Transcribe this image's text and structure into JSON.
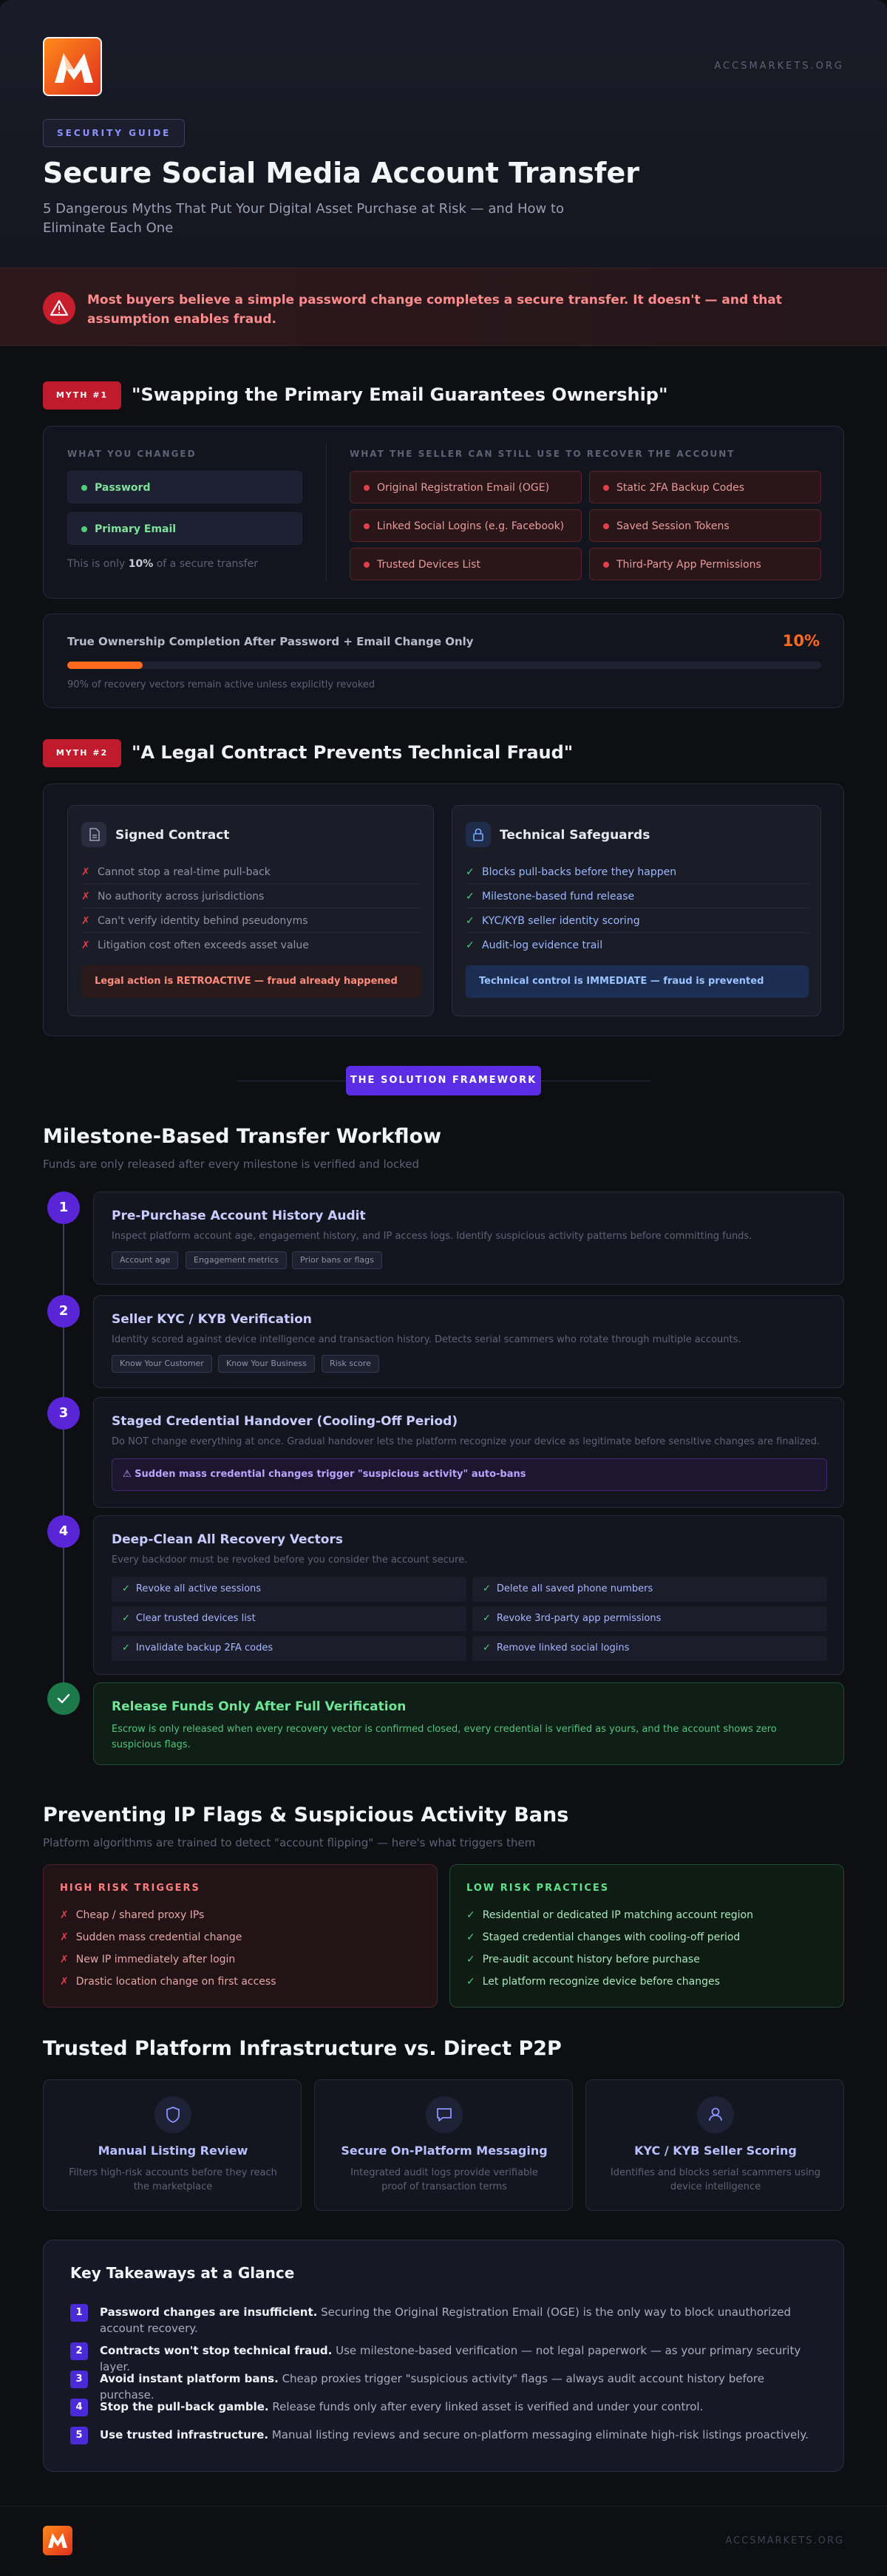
{
  "header": {
    "site": "ACCSMARKETS.ORG",
    "badge": "SECURITY GUIDE",
    "title": "Secure Social Media Account Transfer",
    "subtitle": "5 Dangerous Myths That Put Your Digital Asset Purchase at Risk — and How to Eliminate Each One"
  },
  "alert": {
    "text": "Most buyers believe a simple password change completes a secure transfer. It doesn't — and that assumption enables fraud."
  },
  "myth1": {
    "badge": "MYTH #1",
    "title": "\"Swapping the Primary Email Guarantees Ownership\"",
    "changed_label": "WHAT YOU CHANGED",
    "changed": [
      "Password",
      "Primary Email"
    ],
    "note_pre": "This is only ",
    "note_pct": "10%",
    "note_post": " of a secure transfer",
    "seller_label": "WHAT THE SELLER CAN STILL USE TO RECOVER THE ACCOUNT",
    "seller": [
      "Original Registration Email (OGE)",
      "Static 2FA Backup Codes",
      "Linked Social Logins (e.g. Facebook)",
      "Saved Session Tokens",
      "Trusted Devices List",
      "Third-Party App Permissions"
    ],
    "progress_label": "True Ownership Completion After Password + Email Change Only",
    "progress_value": "10%",
    "progress_fraction": 0.1,
    "progress_note": "90% of recovery vectors remain active unless explicitly revoked"
  },
  "myth2": {
    "badge": "MYTH #2",
    "title": "\"A Legal Contract Prevents Technical Fraud\"",
    "contract_title": "Signed Contract",
    "contract_items": [
      "Cannot stop a real-time pull-back",
      "No authority across jurisdictions",
      "Can't verify identity behind pseudonyms",
      "Litigation cost often exceeds asset value"
    ],
    "contract_note": "Legal action is RETROACTIVE — fraud already happened",
    "tech_title": "Technical Safeguards",
    "tech_items": [
      "Blocks pull-backs before they happen",
      "Milestone-based fund release",
      "KYC/KYB seller identity scoring",
      "Audit-log evidence trail"
    ],
    "tech_note": "Technical control is IMMEDIATE — fraud is prevented"
  },
  "framework": {
    "badge": "THE SOLUTION FRAMEWORK",
    "title": "Milestone-Based Transfer Workflow",
    "subtitle": "Funds are only released after every milestone is verified and locked"
  },
  "steps": [
    {
      "num": "1",
      "title": "Pre-Purchase Account History Audit",
      "desc": "Inspect platform account age, engagement history, and IP access logs. Identify suspicious activity patterns before committing funds.",
      "tags": [
        "Account age",
        "Engagement metrics",
        "Prior bans or flags"
      ]
    },
    {
      "num": "2",
      "title": "Seller KYC / KYB Verification",
      "desc": "Identity scored against device intelligence and transaction history. Detects serial scammers who rotate through multiple accounts.",
      "tags": [
        "Know Your Customer",
        "Know Your Business",
        "Risk score"
      ]
    },
    {
      "num": "3",
      "title": "Staged Credential Handover (Cooling-Off Period)",
      "desc": "Do NOT change everything at once. Gradual handover lets the platform recognize your device as legitimate before sensitive changes are finalized.",
      "warn": "⚠ Sudden mass credential changes trigger \"suspicious activity\" auto-bans"
    },
    {
      "num": "4",
      "title": "Deep-Clean All Recovery Vectors",
      "desc": "Every backdoor must be revoked before you consider the account secure.",
      "checks": [
        "Revoke all active sessions",
        "Delete all saved phone numbers",
        "Clear trusted devices list",
        "Revoke 3rd-party app permissions",
        "Invalidate backup 2FA codes",
        "Remove linked social logins"
      ]
    },
    {
      "num": "✓",
      "title": "Release Funds Only After Full Verification",
      "desc": "Escrow is only released when every recovery vector is confirmed closed, every credential is verified as yours, and the account shows zero suspicious flags."
    }
  ],
  "ipflags": {
    "title": "Preventing IP Flags & Suspicious Activity Bans",
    "subtitle": "Platform algorithms are trained to detect \"account flipping\" — here's what triggers them",
    "high_label": "HIGH RISK TRIGGERS",
    "high": [
      "Cheap / shared proxy IPs",
      "Sudden mass credential change",
      "New IP immediately after login",
      "Drastic location change on first access"
    ],
    "low_label": "LOW RISK PRACTICES",
    "low": [
      "Residential or dedicated IP matching account region",
      "Staged credential changes with cooling-off period",
      "Pre-audit account history before purchase",
      "Let platform recognize device before changes"
    ]
  },
  "infra": {
    "title": "Trusted Platform Infrastructure vs. Direct P2P",
    "cards": [
      {
        "icon": "shield-icon",
        "title": "Manual Listing Review",
        "desc": "Filters high-risk accounts before they reach the marketplace"
      },
      {
        "icon": "chat-icon",
        "title": "Secure On-Platform Messaging",
        "desc": "Integrated audit logs provide verifiable proof of transaction terms"
      },
      {
        "icon": "user-icon",
        "title": "KYC / KYB Seller Scoring",
        "desc": "Identifies and blocks serial scammers using device intelligence"
      }
    ]
  },
  "takeaways": {
    "title": "Key Takeaways at a Glance",
    "items": [
      {
        "num": "1",
        "bold": "Password changes are insufficient.",
        "text": " Securing the Original Registration Email (OGE) is the only way to block unauthorized account recovery."
      },
      {
        "num": "2",
        "bold": "Contracts won't stop technical fraud.",
        "text": " Use milestone-based verification — not legal paperwork — as your primary security layer."
      },
      {
        "num": "3",
        "bold": "Avoid instant platform bans.",
        "text": " Cheap proxies trigger \"suspicious activity\" flags — always audit account history before purchase."
      },
      {
        "num": "4",
        "bold": "Stop the pull-back gamble.",
        "text": " Release funds only after every linked asset is verified and under your control."
      },
      {
        "num": "5",
        "bold": "Use trusted infrastructure.",
        "text": " Manual listing reviews and secure on-platform messaging eliminate high-risk listings proactively."
      }
    ]
  },
  "footer": {
    "site": "ACCSMARKETS.ORG"
  },
  "colors": {
    "accent": "#5b2ee6",
    "danger": "#bf1b2c",
    "success": "#4cd07a",
    "warning": "#ff6a1e"
  }
}
